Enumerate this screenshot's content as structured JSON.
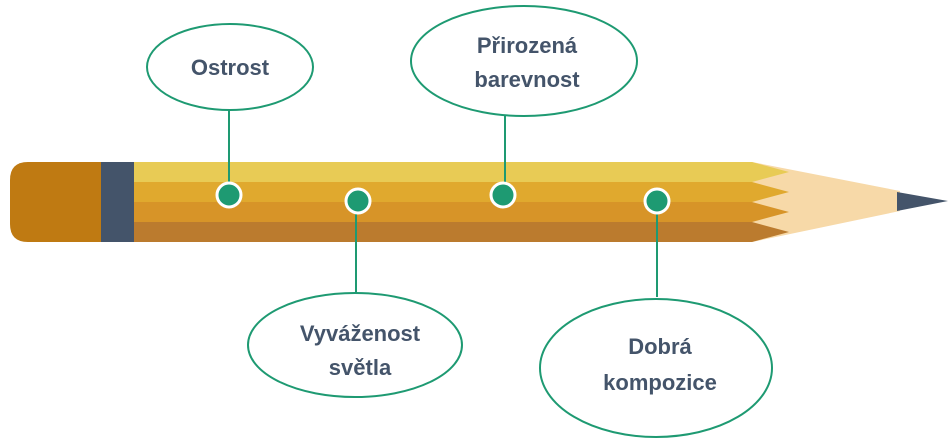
{
  "labels": [
    {
      "id": "ostrost",
      "lines": [
        "Ostrost"
      ]
    },
    {
      "id": "prirozena-barevnost",
      "lines": [
        "Přirozená",
        "barevnost"
      ]
    },
    {
      "id": "vyvazenost-svetla",
      "lines": [
        "Vyváženost",
        "světla"
      ]
    },
    {
      "id": "dobra-kompozice",
      "lines": [
        "Dobrá",
        "kompozice"
      ]
    }
  ],
  "colors": {
    "eraser": "#BF7A12",
    "ferrule": "#44546A",
    "stripe_top": "#E8CB55",
    "stripe_2": "#E0A92E",
    "stripe_3": "#D79428",
    "stripe_bottom": "#BB7B2E",
    "wood": "#F7D9A8",
    "lead": "#44546A",
    "connector": "#1E9A72",
    "dot_fill": "#1E9A72",
    "dot_stroke": "#ffffff",
    "text": "#44546A"
  }
}
